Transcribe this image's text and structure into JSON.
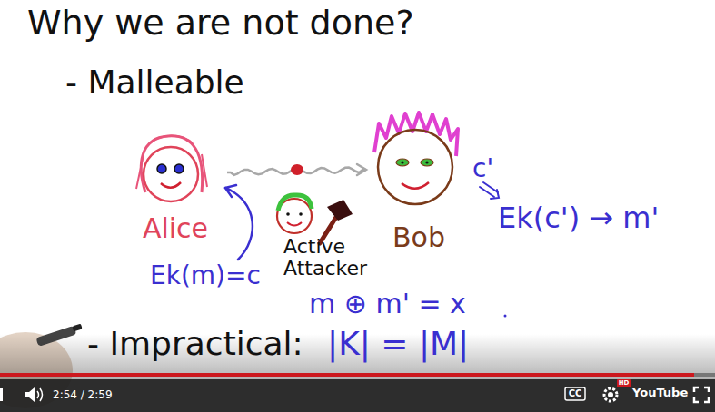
{
  "diagram": {
    "title": "Why we are not done?",
    "nodes": [
      {
        "text": [
          "Alice"
        ]
      },
      {
        "text": [
          "Active Attacker"
        ]
      },
      {
        "text": [
          "Bob"
        ]
      }
    ],
    "edges": [
      {
        "from": 0,
        "to": 2,
        "arrow": "to"
      }
    ],
    "labels": [
      "- Malleable",
      "Ek(m)=c",
      "c'",
      "Ek(c') → m'",
      "m ⊕ m' = x",
      "- Impractical:",
      "|K| = |M|",
      "2:54 / 2:59",
      "CC",
      "HD",
      "YouTube"
    ]
  }
}
